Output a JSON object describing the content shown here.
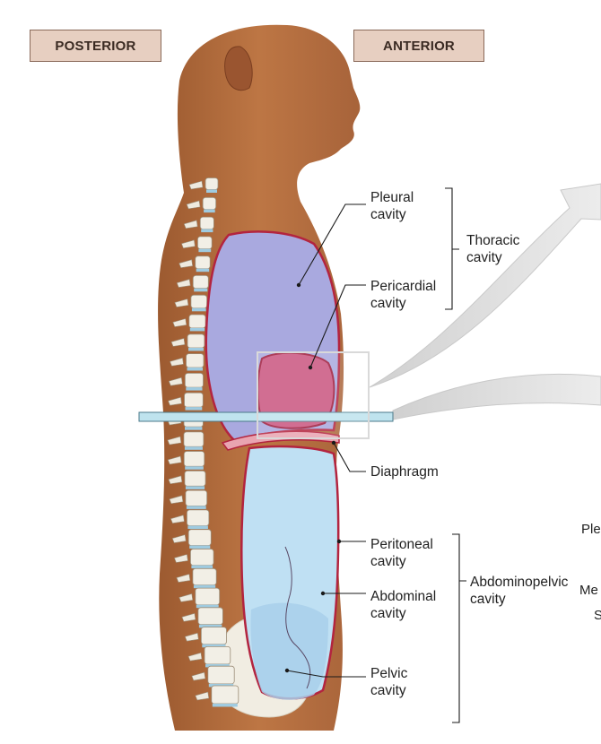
{
  "tags": {
    "posterior": "POSTERIOR",
    "anterior": "ANTERIOR"
  },
  "labels": {
    "pleural_1": "Pleural",
    "pleural_2": "cavity",
    "pericardial_1": "Pericardial",
    "pericardial_2": "cavity",
    "thoracic_1": "Thoracic",
    "thoracic_2": "cavity",
    "diaphragm": "Diaphragm",
    "peritoneal_1": "Peritoneal",
    "peritoneal_2": "cavity",
    "abdominal_1": "Abdominal",
    "abdominal_2": "cavity",
    "pelvic_1": "Pelvic",
    "pelvic_2": "cavity",
    "abdominopelvic_1": "Abdominopelvic",
    "abdominopelvic_2": "cavity"
  },
  "edge_fragments": {
    "f1": "Ple",
    "f2": "Me",
    "f3": "S"
  },
  "colors": {
    "skin": "#b56e3e",
    "skin_dark": "#8c4f2a",
    "pleural": "#a9a9df",
    "pericardial": "#c9557f",
    "abdominal": "#bfe0f3",
    "membrane": "#b3243f",
    "bone": "#f2efe6",
    "cartilage": "#9fcbe0",
    "arrow": "#dcdcdc"
  }
}
